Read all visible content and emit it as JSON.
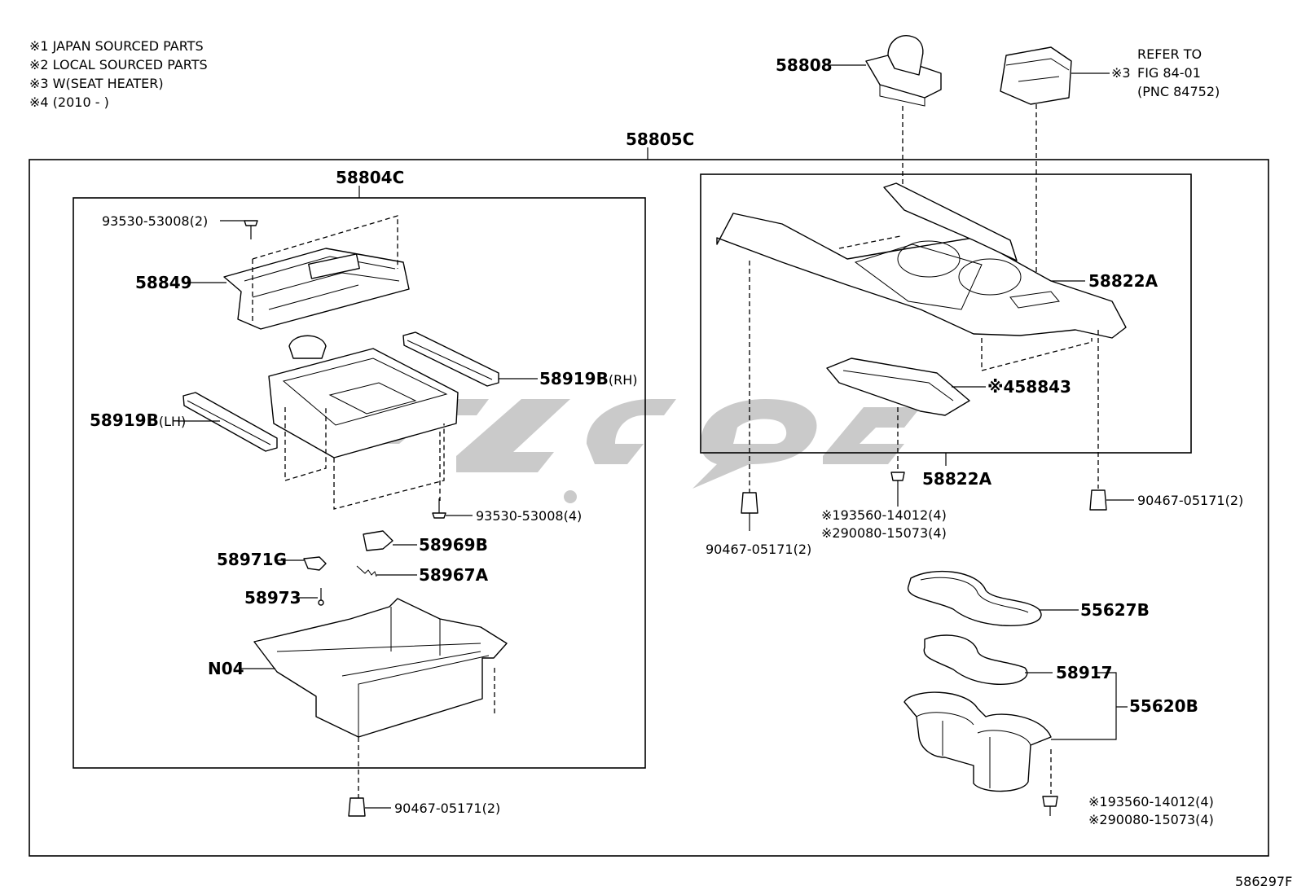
{
  "notes": [
    "※1 JAPAN SOURCED PARTS",
    "※2 LOCAL SOURCED PARTS",
    "※3 W(SEAT HEATER)",
    "※4 (2010 -      )"
  ],
  "labels": {
    "p58805c": "58805C",
    "p58804c": "58804C",
    "p93530_53008_2": "93530-53008(2)",
    "p58849": "58849",
    "p58919b_rh": "58919B",
    "p58919b_rh_suffix": "(RH)",
    "p58919b_lh": "58919B",
    "p58919b_lh_suffix": "(LH)",
    "p93530_53008_4": "93530-53008(4)",
    "p58969b": "58969B",
    "p58971g": "58971G",
    "p58967a": "58967A",
    "p58973": "58973",
    "pN04": "N04",
    "p90467_05171_bottom": "90467-05171(2)",
    "p58808": "58808",
    "p58822a_top": "58822A",
    "p58843": "※458843",
    "p58822a_bottom": "58822A",
    "p93560_14012_mid": "※193560-14012(4)",
    "p90080_15073_mid": "※290080-15073(4)",
    "p90467_05171_left": "90467-05171(2)",
    "p90467_05171_right": "90467-05171(2)",
    "p55627b": "55627B",
    "p58917": "58917",
    "p55620b": "55620B",
    "p93560_14012_bot": "※193560-14012(4)",
    "p90080_15073_bot": "※290080-15073(4)"
  },
  "refer": {
    "marker": "※3",
    "line1": "REFER TO",
    "line2": "FIG 84-01",
    "line3": "(PNC 84752)"
  },
  "figure_id": "586297F"
}
